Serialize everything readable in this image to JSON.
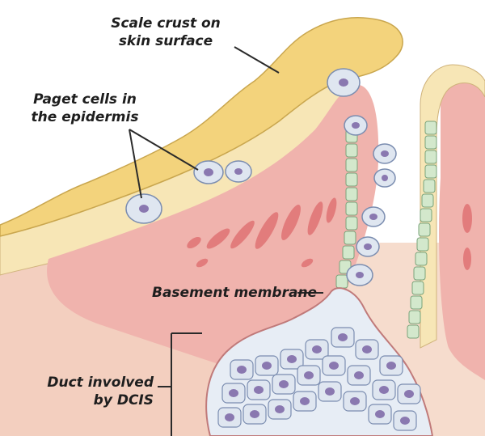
{
  "labels": {
    "scale_crust": [
      "Scale crust on",
      "skin surface"
    ],
    "paget_cells": [
      "Paget cells in",
      "the epidermis"
    ],
    "basement_membrane": "Basement membrane",
    "duct_dcis": [
      "Duct involved",
      "by DCIS"
    ]
  },
  "colors": {
    "crust": "#f3d27a",
    "epidermis": "#f7e7b8",
    "dermis": "#f6d8c8",
    "papilla": "#eeaaa8",
    "vessel": "#e07a7a",
    "paget_cell": "#dfe6f0",
    "nucleus": "#8a78b0",
    "basal_green": "#cfe6c8",
    "line": "#2a2a2a"
  }
}
